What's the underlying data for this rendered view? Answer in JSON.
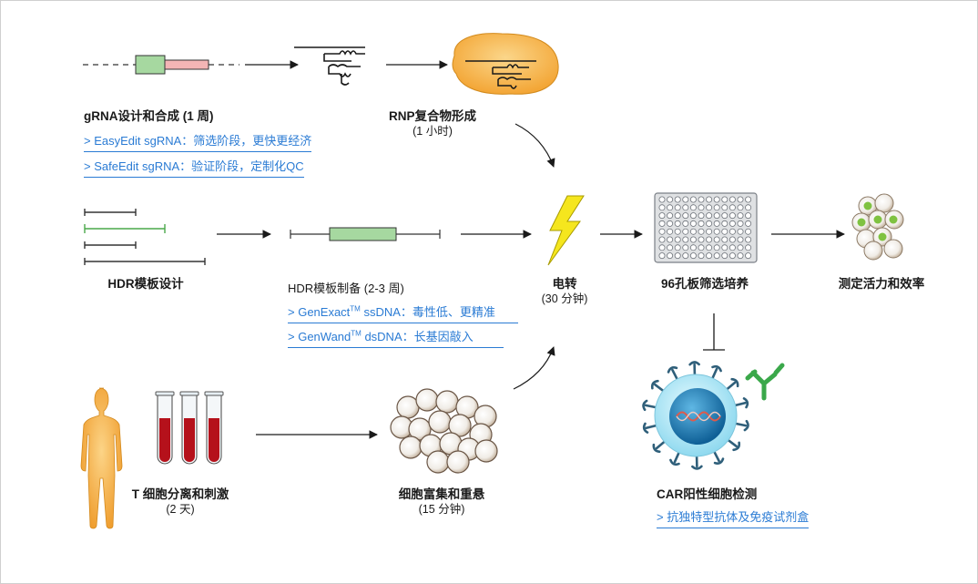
{
  "grna": {
    "title": "gRNA设计和合成 (1 周)",
    "link1": "> EasyEdit sgRNA：筛选阶段，更快更经济",
    "link2": "> SafeEdit sgRNA：验证阶段，定制化QC"
  },
  "rnp": {
    "title": "RNP复合物形成",
    "sub": "(1 小时)"
  },
  "hdr_design": {
    "title": "HDR模板设计"
  },
  "hdr_prep": {
    "title": "HDR模板制备 (2-3 周)",
    "link1_prefix": "> GenExact",
    "link1_tm": "TM",
    "link1_suffix": " ssDNA：毒性低、更精准",
    "link2_prefix": "> GenWand",
    "link2_tm": "TM",
    "link2_suffix": " dsDNA：长基因敲入"
  },
  "electro": {
    "title": "电转",
    "sub": "(30 分钟)"
  },
  "plate": {
    "title": "96孔板筛选培养"
  },
  "assay": {
    "title": "测定活力和效率"
  },
  "car": {
    "title": "CAR阳性细胞检测",
    "link": "> 抗独特型抗体及免疫试剂盒"
  },
  "tcell": {
    "title": "T 细胞分离和刺激",
    "sub": "(2 天)"
  },
  "enrich": {
    "title": "细胞富集和重悬",
    "sub": "(15 分钟)"
  },
  "colors": {
    "link": "#2a7bd4",
    "dna_green": "#a6d8a0",
    "dna_pink": "#f3b5b5",
    "rnp_orange": "#f6b54a",
    "lightning": "#f5e61e",
    "blood": "#b5111b",
    "human": "#f2a93b",
    "cell_green": "#7fc241"
  }
}
